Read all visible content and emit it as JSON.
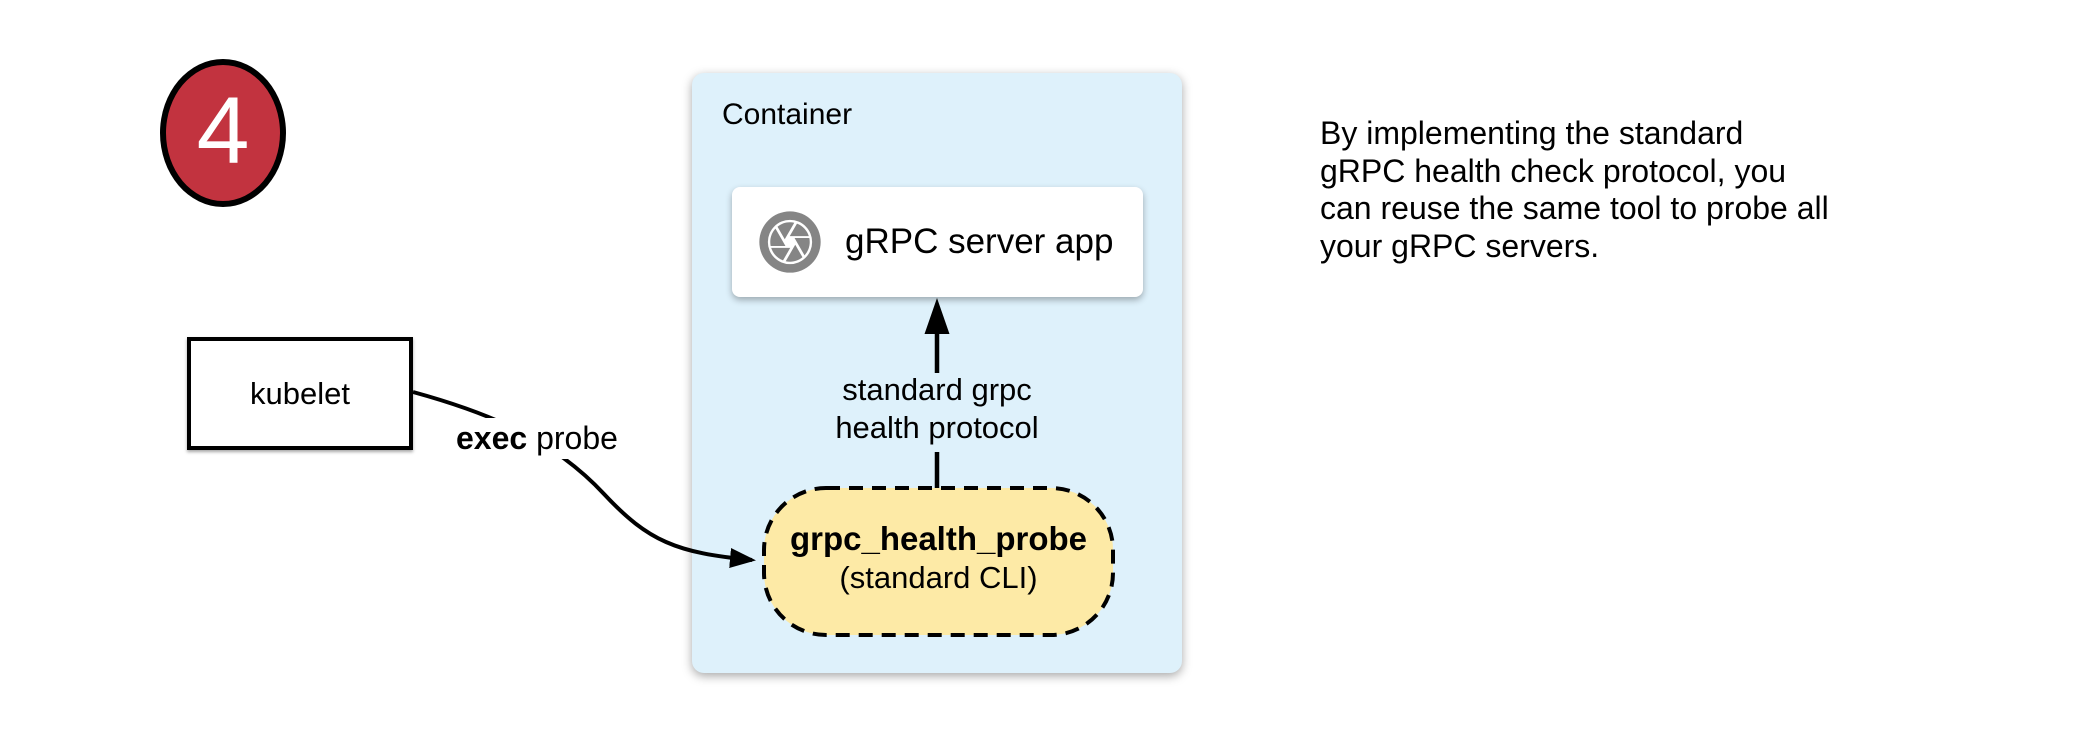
{
  "colors": {
    "badge_red": "#c2333f",
    "container_blue": "#def1fb",
    "pill_yellow": "#fdeaa6",
    "icon_gray": "#858585"
  },
  "badge": {
    "number": "4"
  },
  "kubelet_box": {
    "label": "kubelet"
  },
  "exec_probe_label": {
    "bold": "exec",
    "rest": " probe"
  },
  "container": {
    "title": "Container",
    "server_box": {
      "label": "gRPC server app",
      "icon": "grpc-aperture-icon"
    },
    "protocol_label": {
      "line1": "standard grpc",
      "line2": "health protocol"
    },
    "probe_pill": {
      "title": "grpc_health_probe",
      "subtitle": "(standard CLI)"
    }
  },
  "note": {
    "lines": [
      "By implementing the standard",
      "gRPC health check protocol, you",
      "can reuse the same tool to probe all",
      "your gRPC servers."
    ]
  }
}
